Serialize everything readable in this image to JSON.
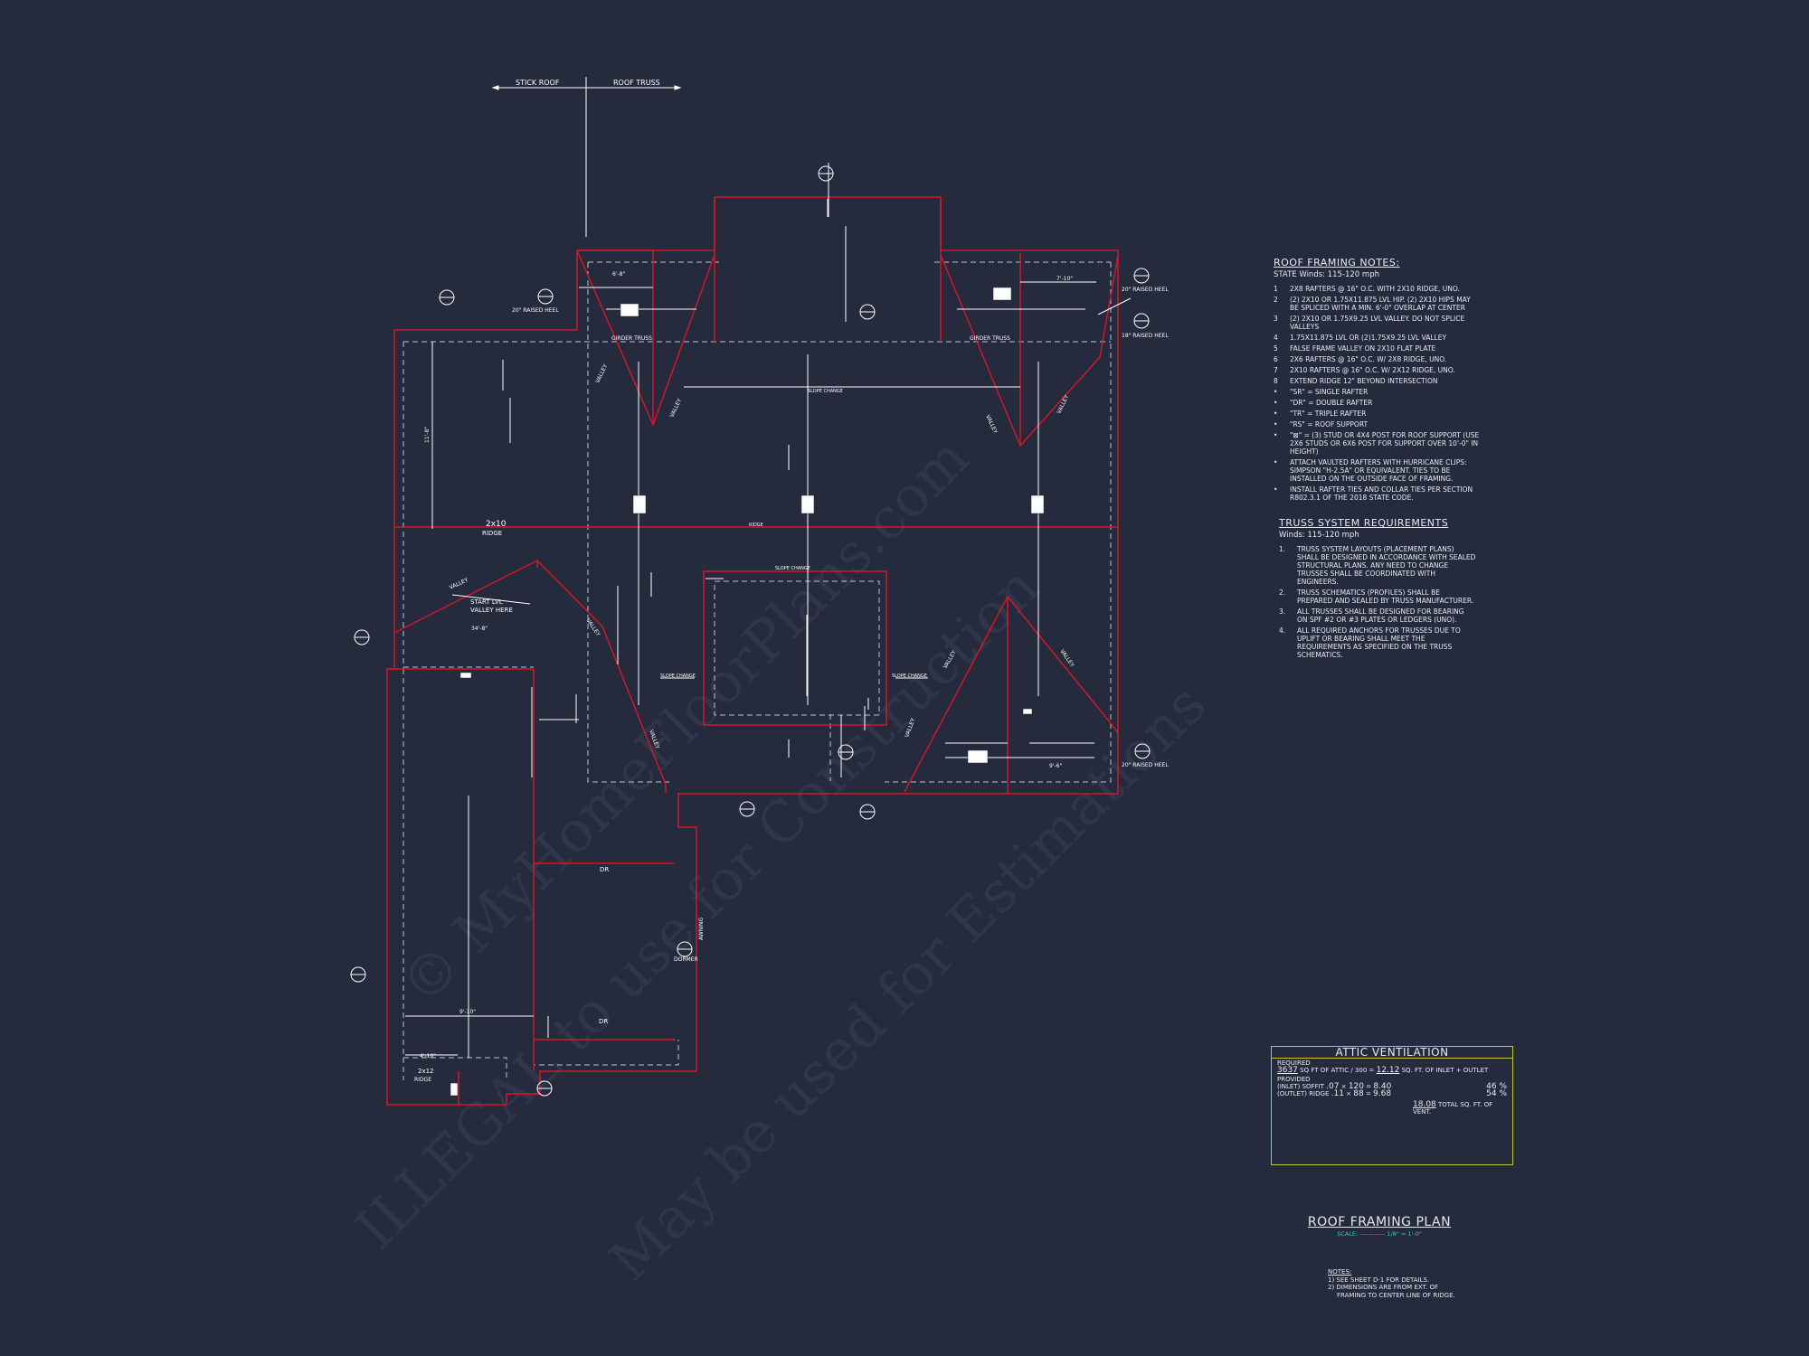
{
  "watermark": {
    "line1": "© MyHomeFloorPlans.com",
    "line2": "ILLEGAL to use for Construction",
    "line3": "May be used for Estimations"
  },
  "colors": {
    "background": "#252a3d",
    "linework": "#ffffff",
    "roof_outline": "#d0182a",
    "dashed": "#bfc4d0",
    "vent_box": "#c9c53a",
    "scale_text": "#3fc3d8"
  },
  "plan": {
    "stick_roof": "STICK ROOF",
    "roof_truss": "ROOF TRUSS",
    "ridge_2x10": "2x10",
    "ridge_word": "RIDGE",
    "ridge_small": "RIDGE",
    "slope_change": "SLOPE CHANGE",
    "valley": "VALLEY",
    "girder_truss": "GIRDER TRUSS",
    "start_lvl": "START LVL",
    "valley_here": "VALLEY HERE",
    "raised_heel_20": "20\" RAISED HEEL",
    "raised_heel_18": "18\" RAISED HEEL",
    "dim_6_8": "6'-8\"",
    "dim_7_10": "7'-10\"",
    "dim_11_8": "11'-8\"",
    "dim_9_10": "9'-10\"",
    "dim_9_6": "9'-6\"",
    "dim_4_10": "4'-10\"",
    "dim_34_8": "34'-8\"",
    "rr_label": "2x12",
    "dr": "DR",
    "dormer": "DORMER",
    "awning": "AWNING"
  },
  "roof_notes": {
    "title": "ROOF FRAMING NOTES:",
    "subtitle": "STATE Winds: 115-120 mph",
    "items": [
      {
        "n": "1",
        "t": "2x8 RAFTERS @ 16\" O.C. WITH 2x10 RIDGE, UNO."
      },
      {
        "n": "2",
        "t": "(2) 2x10 OR 1.75x11.875 LVL HIP. (2) 2x10 HIPS MAY BE SPLICED WITH A MIN. 6'-0\" OVERLAP AT CENTER"
      },
      {
        "n": "3",
        "t": "(2) 2x10 OR 1.75x9.25 LVL VALLEY. DO NOT SPLICE VALLEYS"
      },
      {
        "n": "4",
        "t": "1.75x11.875 LVL OR (2)1.75x9.25 LVL VALLEY"
      },
      {
        "n": "5",
        "t": "FALSE FRAME VALLEY ON 2x10 FLAT PLATE"
      },
      {
        "n": "6",
        "t": "2x6 RAFTERS @ 16\" O.C. W/ 2x8 RIDGE, UNO."
      },
      {
        "n": "7",
        "t": "2x10 RAFTERS @ 16\" O.C. W/ 2x12 RIDGE, UNO."
      },
      {
        "n": "8",
        "t": "EXTEND RIDGE 12\" BEYOND INTERSECTION"
      },
      {
        "n": "•",
        "t": "\"SR\" = SINGLE RAFTER"
      },
      {
        "n": "•",
        "t": "\"DR\" = DOUBLE RAFTER"
      },
      {
        "n": "•",
        "t": "\"TR\" = TRIPLE RAFTER"
      },
      {
        "n": "•",
        "t": "\"RS\" = ROOF SUPPORT"
      },
      {
        "n": "•",
        "t": "\"⊠\" = (3) STUD OR 4x4 POST FOR ROOF SUPPORT (USE 2x6 STUDS OR 6x6 POST FOR SUPPORT OVER 10'-0\" IN HEIGHT)"
      },
      {
        "n": "•",
        "t": "ATTACH VAULTED RAFTERS WITH HURRICANE CLIPS: SIMPSON \"H-2.5A\" OR EQUIVALENT. TIES TO BE INSTALLED ON THE OUTSIDE FACE OF FRAMING."
      },
      {
        "n": "•",
        "t": "INSTALL RAFTER TIES AND COLLAR TIES PER SECTION R802.3.1 OF THE 2018 STATE CODE."
      }
    ]
  },
  "truss_notes": {
    "title": "TRUSS SYSTEM REQUIREMENTS",
    "subtitle": "Winds: 115-120 mph",
    "items": [
      {
        "n": "1.",
        "t": "TRUSS SYSTEM LAYOUTS (PLACEMENT PLANS) SHALL BE DESIGNED IN ACCORDANCE WITH SEALED STRUCTURAL PLANS. ANY NEED TO CHANGE TRUSSES SHALL BE COORDINATED WITH ENGINEERS."
      },
      {
        "n": "2.",
        "t": "TRUSS SCHEMATICS (PROFILES) SHALL BE PREPARED AND SEALED BY TRUSS MANUFACTURER."
      },
      {
        "n": "3.",
        "t": "ALL TRUSSES SHALL BE DESIGNED FOR BEARING ON SPF #2 OR #3 PLATES OR LEDGERS (UNO)."
      },
      {
        "n": "4.",
        "t": "ALL REQUIRED ANCHORS FOR TRUSSES DUE TO UPLIFT OR BEARING SHALL MEET THE REQUIREMENTS AS SPECIFIED ON THE TRUSS SCHEMATICS."
      }
    ]
  },
  "attic_ventilation": {
    "title": "ATTIC VENTILATION",
    "required_label": "REQUIRED",
    "required_sqft": "3637",
    "required_divisor_text": "SQ FT OF ATTIC / 300 =",
    "required_result": "12.12",
    "required_unit": "SQ. FT. OF INLET + OUTLET",
    "provided_label": "PROVIDED",
    "inlet_label": "(INLET) SOFFIT",
    "inlet_rate": ".07",
    "inlet_linear": "120",
    "inlet_total": "8.40",
    "inlet_pct": "46 %",
    "outlet_label": "(OUTLET) RIDGE",
    "outlet_rate": ".11",
    "outlet_linear": "88",
    "outlet_total": "9.68",
    "outlet_pct": "54 %",
    "total": "18.08",
    "total_unit": "TOTAL SQ. FT. OF VENT."
  },
  "title_block": {
    "title": "ROOF FRAMING PLAN",
    "scale": "SCALE: ------------ 1/8\" = 1'-0\""
  },
  "general_notes": {
    "heading": "NOTES:",
    "line1": "1) SEE SHEET D-1 FOR DETAILS.",
    "line2": "2) DIMENSIONS ARE FROM EXT. OF",
    "line3": "FRAMING TO CENTER LINE OF RIDGE."
  }
}
